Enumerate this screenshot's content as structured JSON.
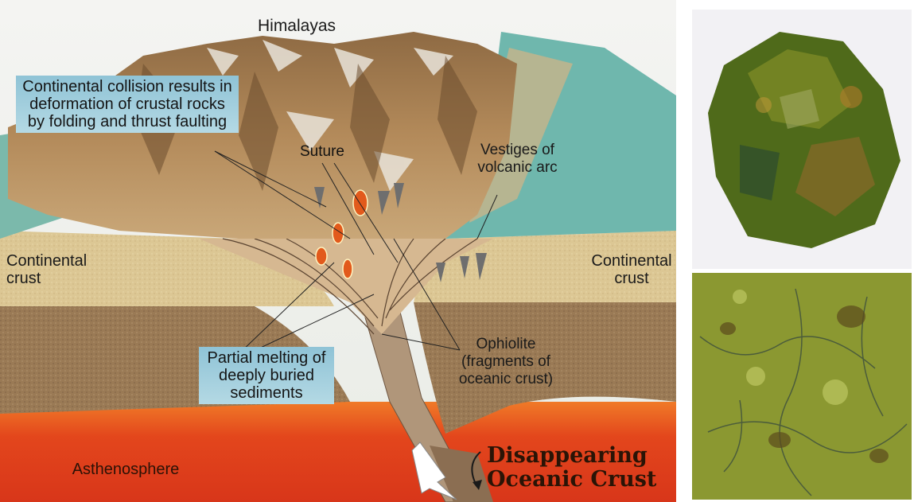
{
  "diagram": {
    "title_mountains": "Himalayas",
    "box_collision": "Continental collision results in deformation of crustal rocks by folding and thrust faulting",
    "suture": "Suture",
    "vestiges": "Vestiges of volcanic arc",
    "continental_left": "Continental crust",
    "continental_right": "Continental crust",
    "box_partial_melting": "Partial melting of deeply buried sediments",
    "ophiolite": "Ophiolite (fragments of oceanic crust)",
    "asthenosphere": "Asthenosphere",
    "disappearing": "Disappearing Oceanic Crust"
  },
  "colors": {
    "mountain_brown": "#a57a4e",
    "sea_teal": "#6fb7ad",
    "crust_tan": "#d9c28f",
    "lower_crust": "#9c7b55",
    "asthenosphere_red": "#e2431d",
    "rock_green": "#5c7a1c"
  }
}
